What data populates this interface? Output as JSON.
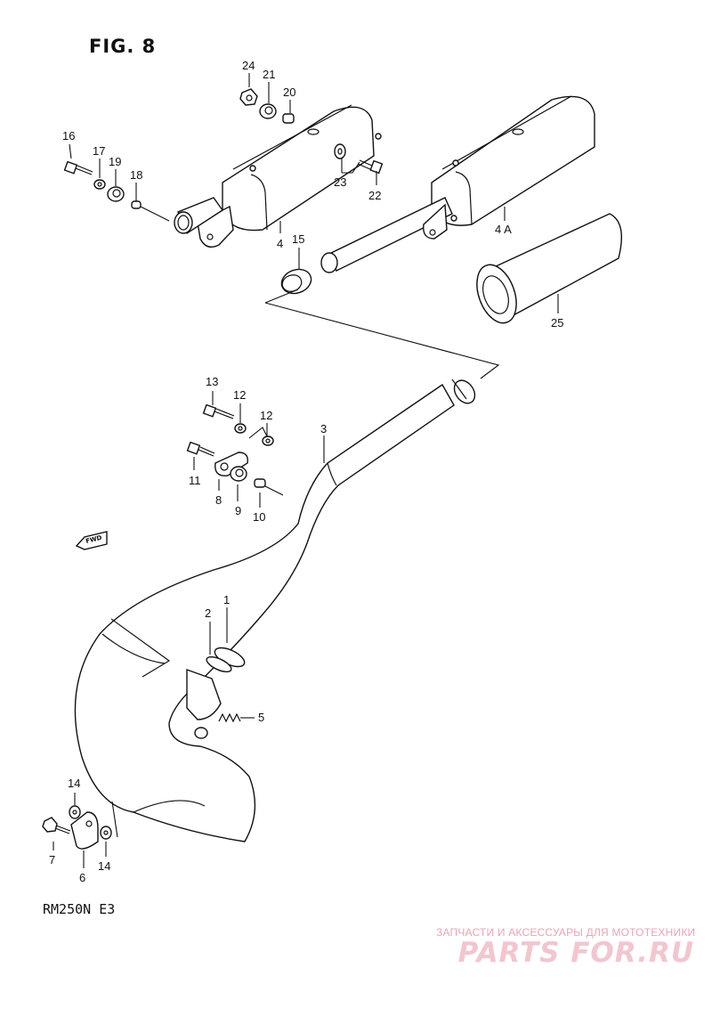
{
  "figure": {
    "title": "FIG. 8",
    "model": "RM250N  E3"
  },
  "callouts": {
    "p1": "1",
    "p2": "2",
    "p3": "3",
    "p4": "4",
    "p4a": "4 A",
    "p5": "5",
    "p6": "6",
    "p7": "7",
    "p8": "8",
    "p9": "9",
    "p10": "10",
    "p11": "11",
    "p12a": "12",
    "p12b": "12",
    "p13": "13",
    "p14a": "14",
    "p14b": "14",
    "p15": "15",
    "p16": "16",
    "p17": "17",
    "p18": "18",
    "p19": "19",
    "p20": "20",
    "p21": "21",
    "p22": "22",
    "p23": "23",
    "p24": "24",
    "p25": "25"
  },
  "direction_badge": "FWD",
  "watermark": {
    "tagline": "ЗАПЧАСТИ И АКСЕССУАРЫ ДЛЯ МОТОТЕХНИКИ",
    "logo": "PARTS FOR.RU"
  },
  "colors": {
    "line": "#111111",
    "watermark": "#e8a5b4"
  }
}
